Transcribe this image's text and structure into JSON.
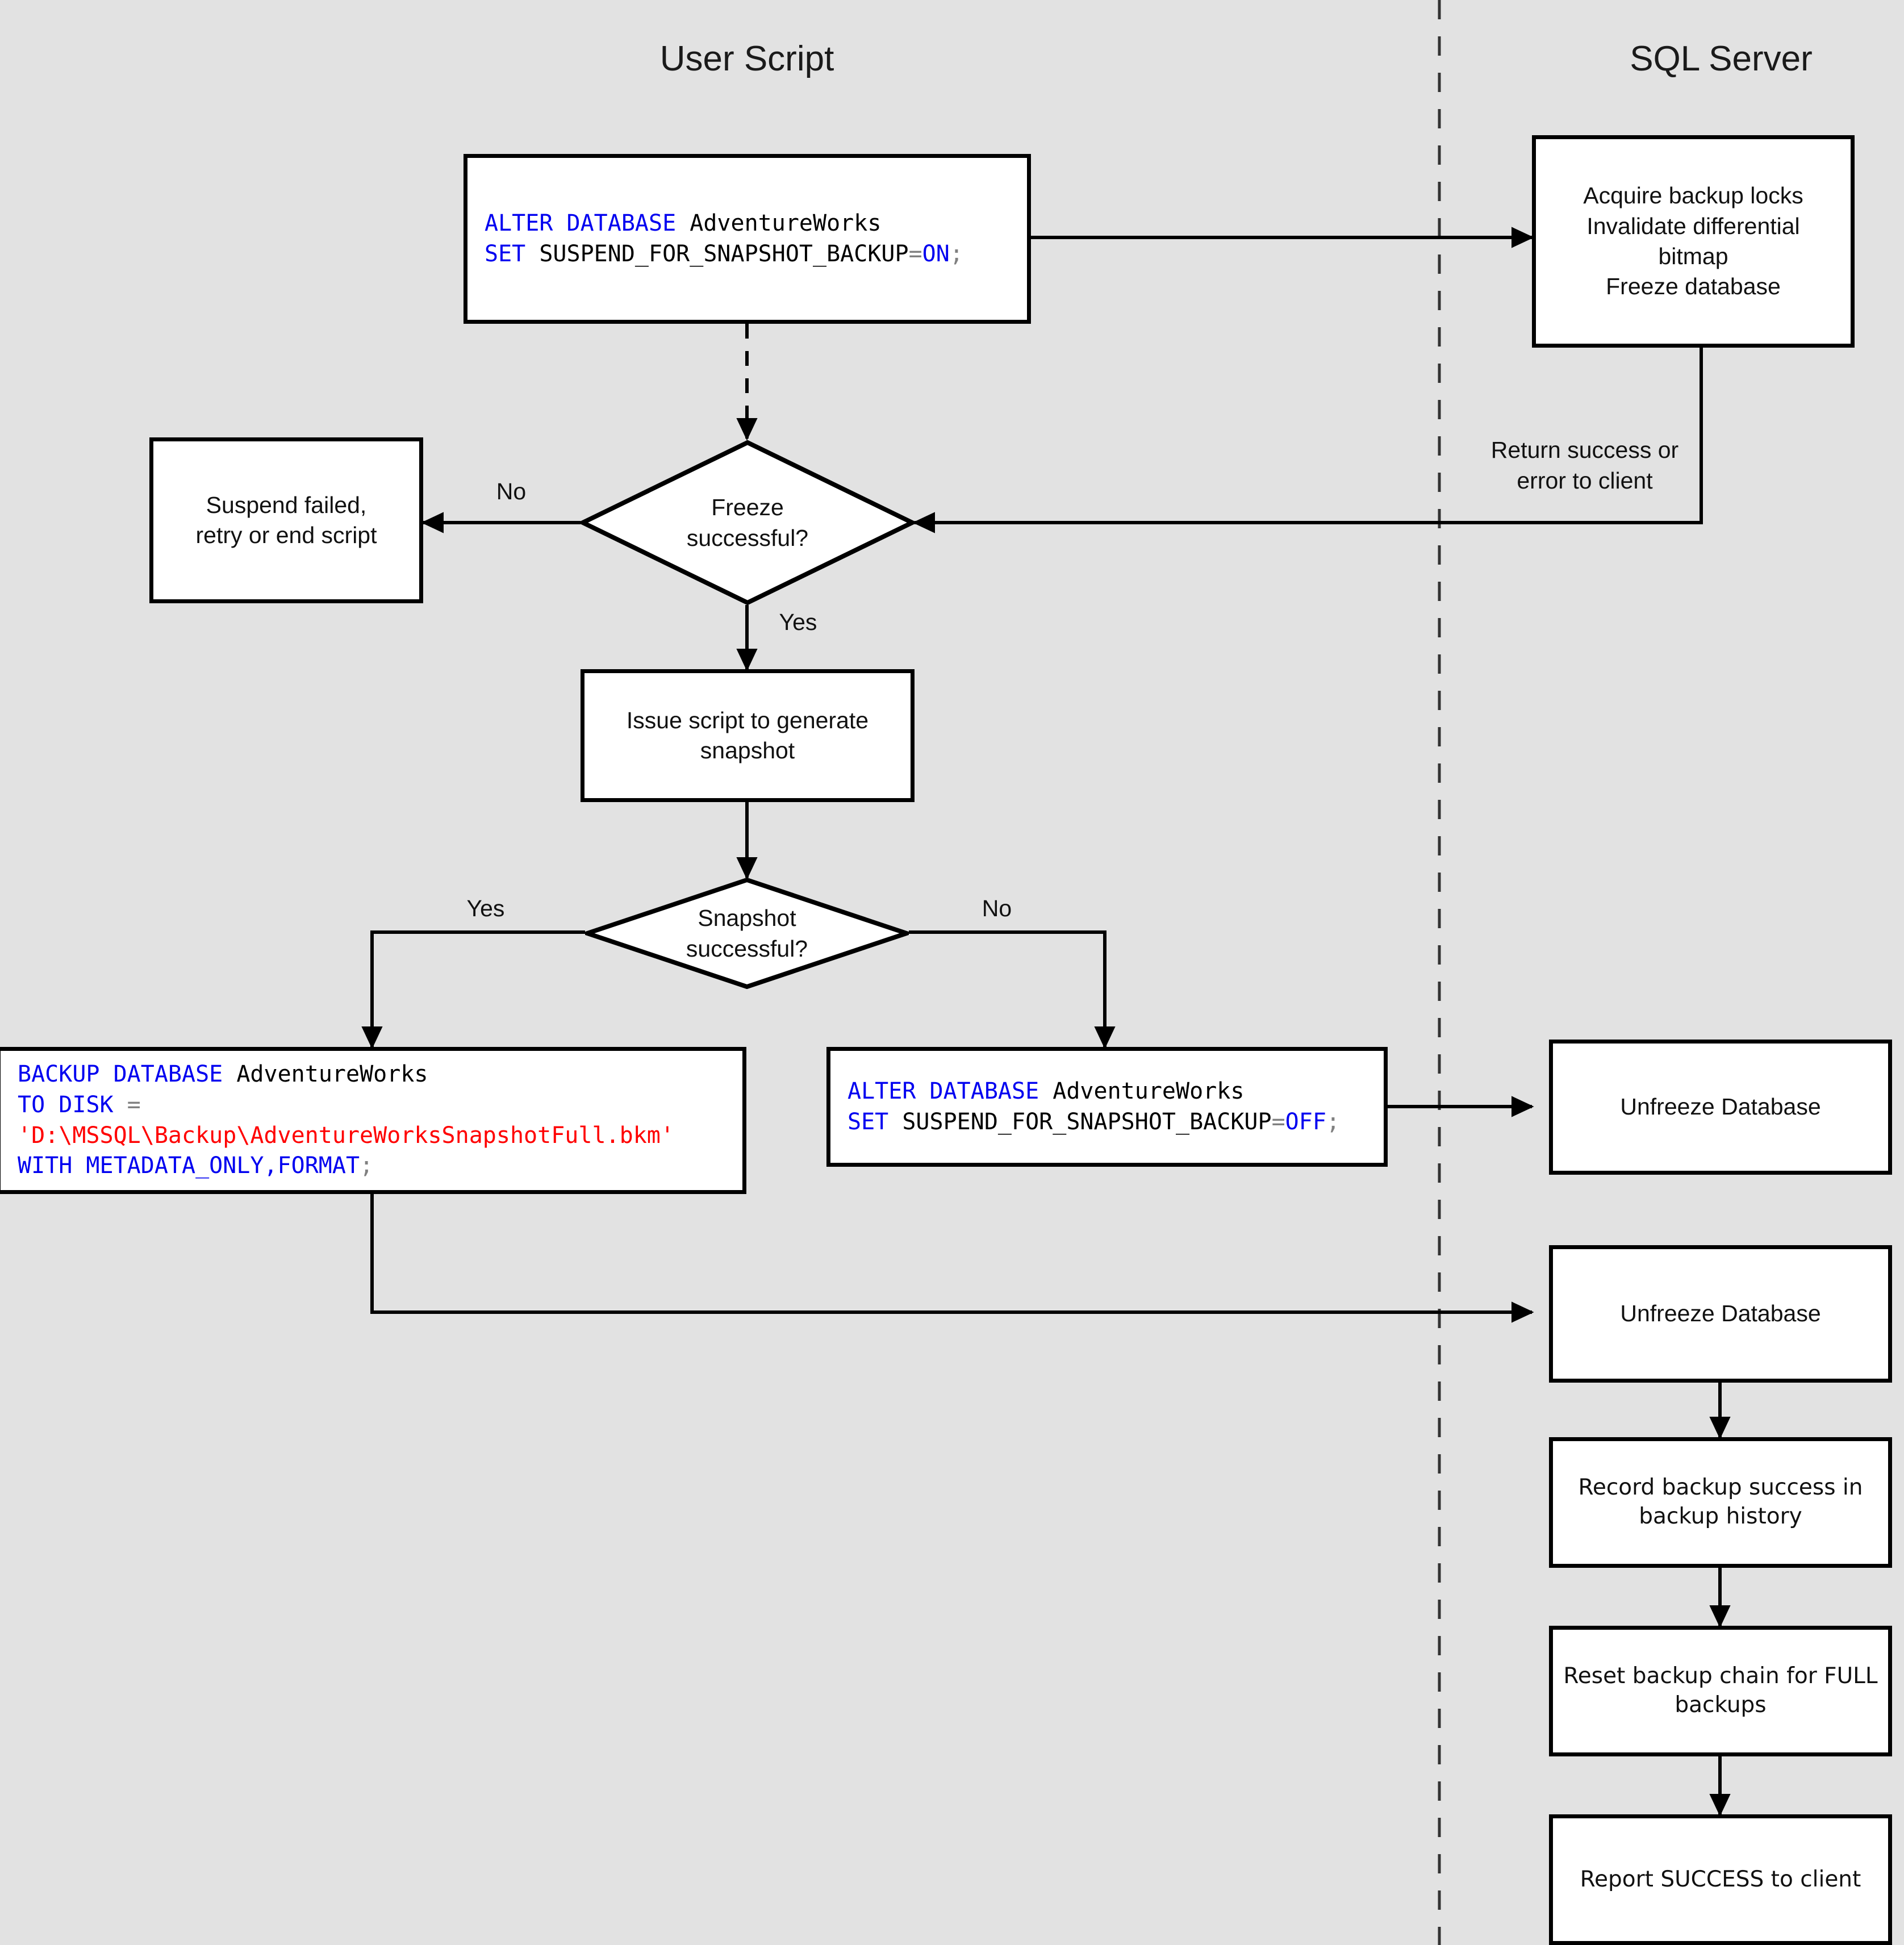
{
  "diagram": {
    "background_color": "#e2e2e2",
    "lanes": [
      {
        "title": "User Script"
      },
      {
        "title": "SQL Server"
      }
    ],
    "divider": {
      "style": "dashed",
      "color": "#333333"
    },
    "code_colors": {
      "keyword": "#0000f0",
      "string": "#ff0000",
      "operator": "#808080",
      "plain": "#000000"
    },
    "nodes": {
      "alter_suspend_on": {
        "type": "code",
        "lines": [
          "ALTER DATABASE AdventureWorks",
          "SET SUSPEND_FOR_SNAPSHOT_BACKUP=ON;"
        ]
      },
      "acquire_locks": {
        "type": "process",
        "label": "Acquire backup locks\nInvalidate differential\nbitmap\nFreeze database"
      },
      "suspend_failed": {
        "type": "process",
        "label": "Suspend failed,\nretry or end script"
      },
      "freeze_decision": {
        "type": "decision",
        "label": "Freeze\nsuccessful?"
      },
      "issue_script": {
        "type": "process",
        "label": "Issue script to generate\nsnapshot"
      },
      "snapshot_decision": {
        "type": "decision",
        "label": "Snapshot\nsuccessful?"
      },
      "backup_database": {
        "type": "code",
        "lines": [
          "BACKUP DATABASE AdventureWorks",
          "TO DISK =",
          "'D:\\MSSQL\\Backup\\AdventureWorksSnapshotFull.bkm'",
          "WITH METADATA_ONLY,FORMAT;"
        ]
      },
      "alter_suspend_off": {
        "type": "code",
        "lines": [
          "ALTER DATABASE AdventureWorks",
          "SET SUSPEND_FOR_SNAPSHOT_BACKUP=OFF;"
        ]
      },
      "unfreeze_1": {
        "type": "process",
        "label": "Unfreeze Database"
      },
      "unfreeze_2": {
        "type": "process",
        "label": "Unfreeze Database"
      },
      "record_backup": {
        "type": "process",
        "label": "Record backup success in\nbackup history"
      },
      "reset_chain": {
        "type": "process",
        "label": "Reset backup chain for FULL\nbackups"
      },
      "report_success": {
        "type": "process",
        "label": "Report SUCCESS to client"
      }
    },
    "edge_labels": {
      "return_success": "Return success or\nerror to client",
      "freeze_no": "No",
      "freeze_yes": "Yes",
      "snapshot_yes": "Yes",
      "snapshot_no": "No"
    }
  }
}
